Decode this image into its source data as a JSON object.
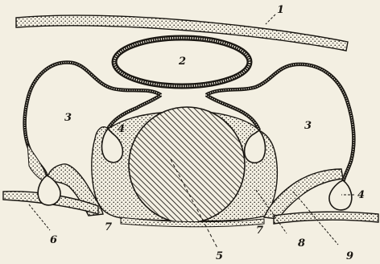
{
  "figure": {
    "labels": {
      "l1": "1",
      "l2": "2",
      "l3_left": "3",
      "l3_right": "3",
      "l4_left": "4",
      "l4_right": "4",
      "l5": "5",
      "l6": "6",
      "l7_left": "7",
      "l7_right": "7",
      "l8": "8",
      "l9": "9"
    },
    "colors": {
      "paper": "#f3efe2",
      "ink": "#1a1712"
    }
  }
}
